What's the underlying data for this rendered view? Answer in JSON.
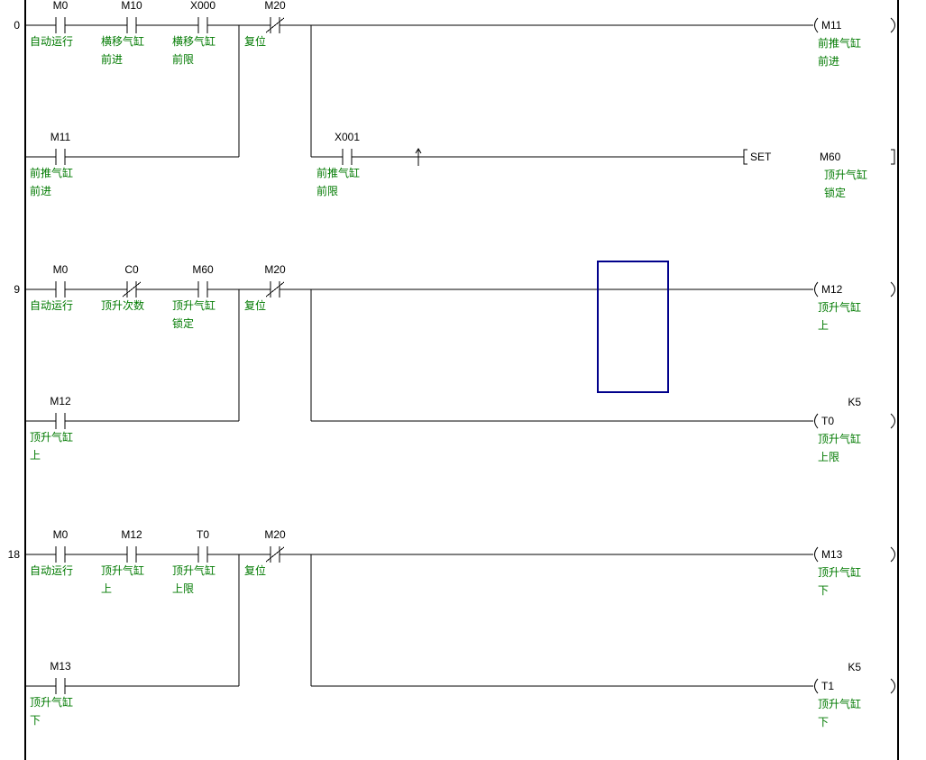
{
  "diagram": {
    "type": "ladder-logic",
    "cursor_color": "#00008b",
    "comment_color": "#007a00",
    "rungs": [
      {
        "step": "0",
        "contacts": [
          {
            "device": "M0",
            "kind": "NO",
            "comment": [
              "自动运行"
            ]
          },
          {
            "device": "M10",
            "kind": "NO",
            "comment": [
              "横移气缸",
              "前进"
            ]
          },
          {
            "device": "X000",
            "kind": "NO",
            "comment": [
              "横移气缸",
              "前限"
            ]
          },
          {
            "device": "M20",
            "kind": "NC",
            "comment": [
              "复位"
            ]
          }
        ],
        "branch_contact": {
          "device": "M11",
          "kind": "NO",
          "comment": [
            "前推气缸",
            "前进"
          ]
        },
        "sub_contact": {
          "device": "X001",
          "kind": "NO",
          "comment": [
            "前推气缸",
            "前限"
          ]
        },
        "outputs": [
          {
            "device": "M11",
            "kind": "coil",
            "comment": [
              "前推气缸",
              "前进"
            ]
          },
          {
            "instruction": "SET",
            "device": "M60",
            "kind": "apply",
            "comment": [
              "顶升气缸",
              "锁定"
            ]
          }
        ]
      },
      {
        "step": "9",
        "contacts": [
          {
            "device": "M0",
            "kind": "NO",
            "comment": [
              "自动运行"
            ]
          },
          {
            "device": "C0",
            "kind": "NC",
            "comment": [
              "顶升次数"
            ]
          },
          {
            "device": "M60",
            "kind": "NO",
            "comment": [
              "顶升气缸",
              "锁定"
            ]
          },
          {
            "device": "M20",
            "kind": "NC",
            "comment": [
              "复位"
            ]
          }
        ],
        "branch_contact": {
          "device": "M12",
          "kind": "NO",
          "comment": [
            "顶升气缸",
            "上"
          ]
        },
        "outputs": [
          {
            "device": "M12",
            "kind": "coil",
            "comment": [
              "顶升气缸",
              "上"
            ]
          },
          {
            "device": "T0",
            "kind": "coil",
            "setpoint": "K5",
            "comment": [
              "顶升气缸",
              "上限"
            ]
          }
        ]
      },
      {
        "step": "18",
        "contacts": [
          {
            "device": "M0",
            "kind": "NO",
            "comment": [
              "自动运行"
            ]
          },
          {
            "device": "M12",
            "kind": "NO",
            "comment": [
              "顶升气缸",
              "上"
            ]
          },
          {
            "device": "T0",
            "kind": "NO",
            "comment": [
              "顶升气缸",
              "上限"
            ]
          },
          {
            "device": "M20",
            "kind": "NC",
            "comment": [
              "复位"
            ]
          }
        ],
        "branch_contact": {
          "device": "M13",
          "kind": "NO",
          "comment": [
            "顶升气缸",
            "下"
          ]
        },
        "outputs": [
          {
            "device": "M13",
            "kind": "coil",
            "comment": [
              "顶升气缸",
              "下"
            ]
          },
          {
            "device": "T1",
            "kind": "coil",
            "setpoint": "K5",
            "comment": [
              "顶升气缸",
              "下"
            ]
          }
        ]
      }
    ]
  }
}
